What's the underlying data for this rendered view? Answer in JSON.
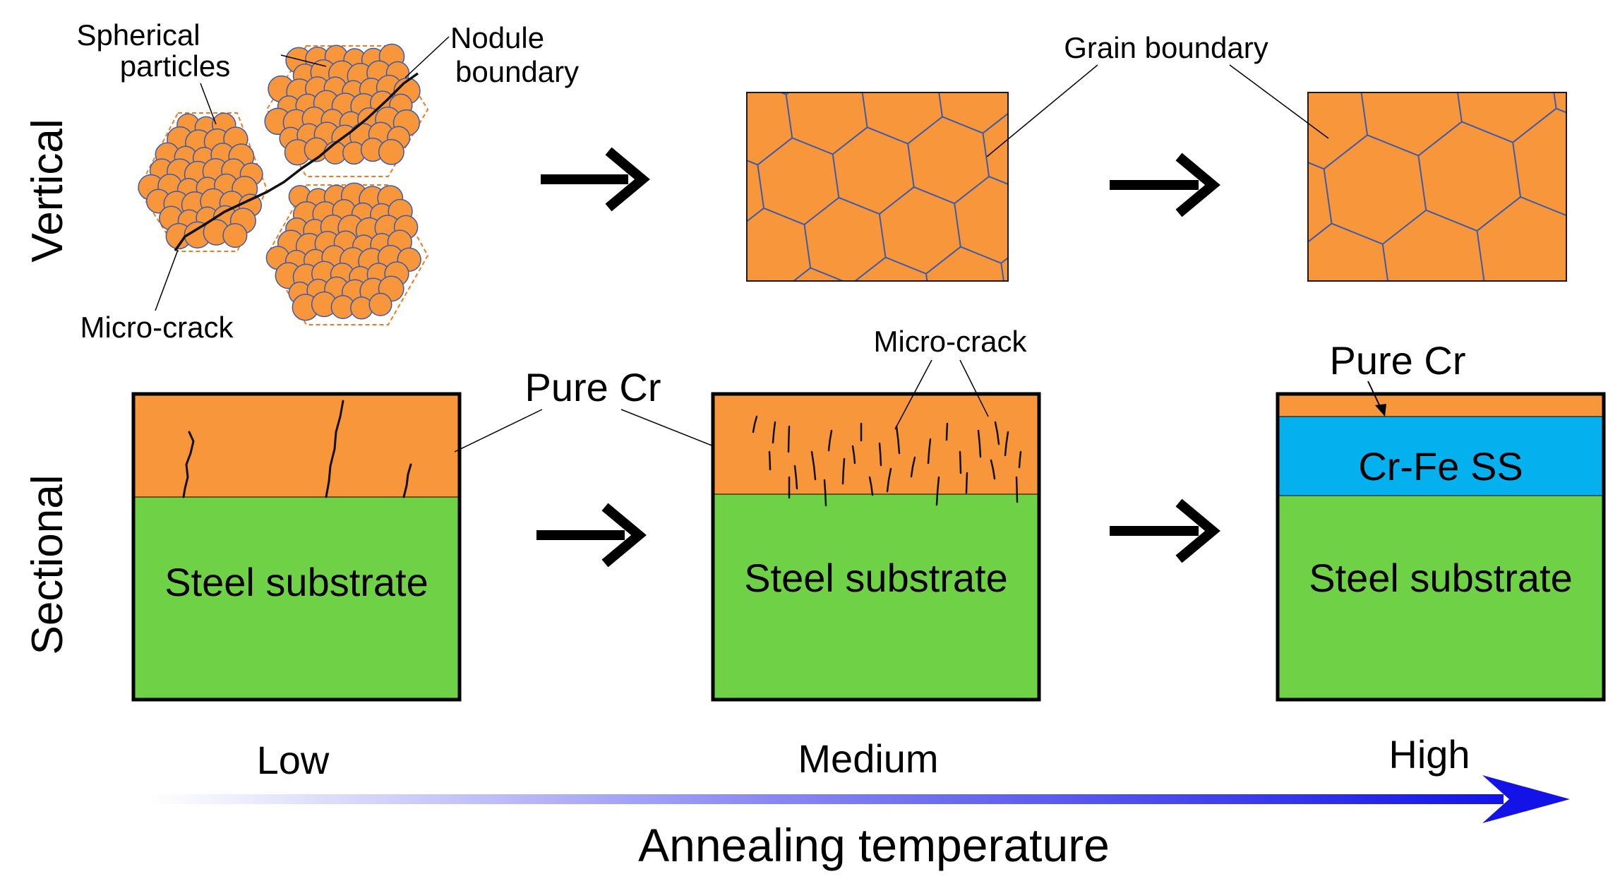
{
  "rows": {
    "vertical_label": "Vertical",
    "sectional_label": "Sectional"
  },
  "vertical": {
    "spherical_particles": [
      "Spherical",
      "particles"
    ],
    "nodule_boundary": [
      "Nodule",
      "boundary"
    ],
    "micro_crack": "Micro-crack",
    "grain_boundary": "Grain boundary"
  },
  "sectional": {
    "pure_cr_low": "Pure Cr",
    "micro_crack_medium": "Micro-crack",
    "pure_cr_high": "Pure Cr",
    "solid_solution": "Cr-Fe SS",
    "substrate_low": "Steel substrate",
    "substrate_medium": "Steel substrate",
    "substrate_high": "Steel substrate"
  },
  "temperature_axis": {
    "low": "Low",
    "medium": "Medium",
    "high": "High",
    "title": "Annealing temperature"
  },
  "colors": {
    "chromium": "#F7963B",
    "substrate": "#6FD145",
    "solid_solution": "#05B0EE",
    "grain_line": "#3D5BA8",
    "nodule_dash": "#F47A20",
    "axis_arrow": "#1313E8"
  }
}
